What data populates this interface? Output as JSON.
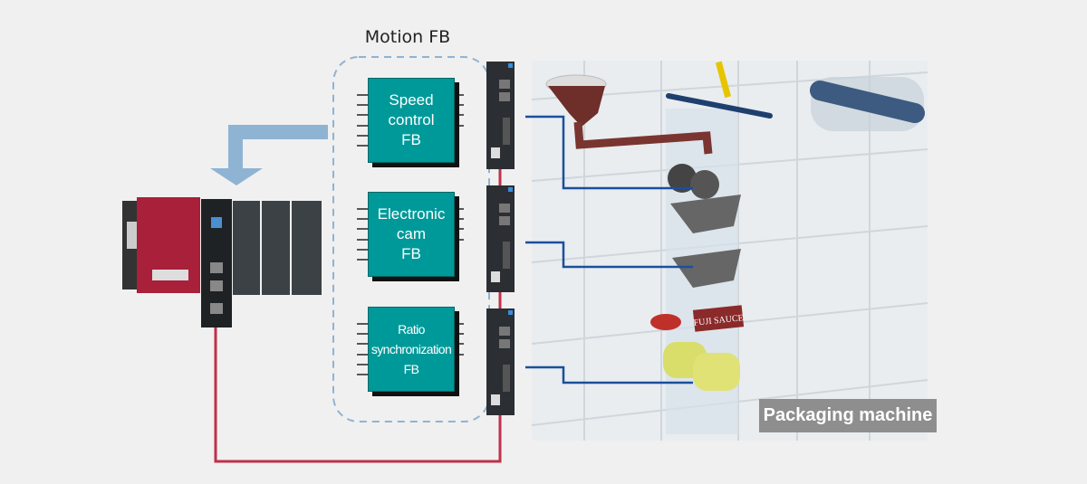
{
  "title": "Motion FB",
  "function_blocks": [
    {
      "label": "Speed\ncontrol\nFB"
    },
    {
      "label": "Electronic\ncam\nFB"
    },
    {
      "label": "Ratio\nsynchronization\nFB"
    }
  ],
  "machine_label": "Packaging machine",
  "machine_product_label": "FUJI SAUCE",
  "colors": {
    "fb_fill": "#00999a",
    "network_line": "#c0304a",
    "axis_line": "#1a4f9c",
    "arrow": "#8fb3d3",
    "dashed_border": "#8fb3d3"
  }
}
